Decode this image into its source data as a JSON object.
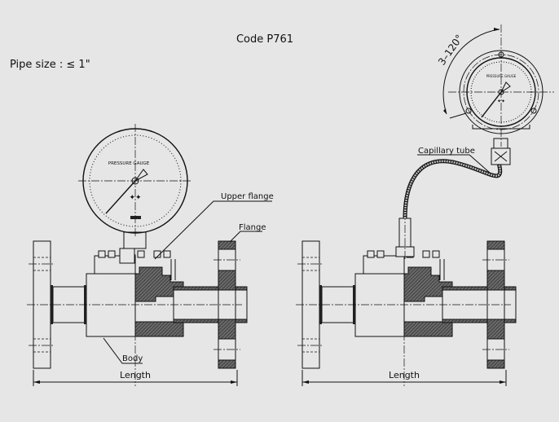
{
  "title": "Code P761",
  "pipe_size": "Pipe size : ≤ 1\"",
  "left_assembly": {
    "gauge_label": "PRESSURE GAUGE",
    "upper_flange_label": "Upper flange",
    "flange_label": "Flange",
    "body_label": "Body",
    "length_label": "Length"
  },
  "right_assembly": {
    "gauge_label": "PRESSURE GAUGE",
    "angle_label": "3–120°",
    "capillary_label": "Capillary tube",
    "length_label": "Length"
  }
}
